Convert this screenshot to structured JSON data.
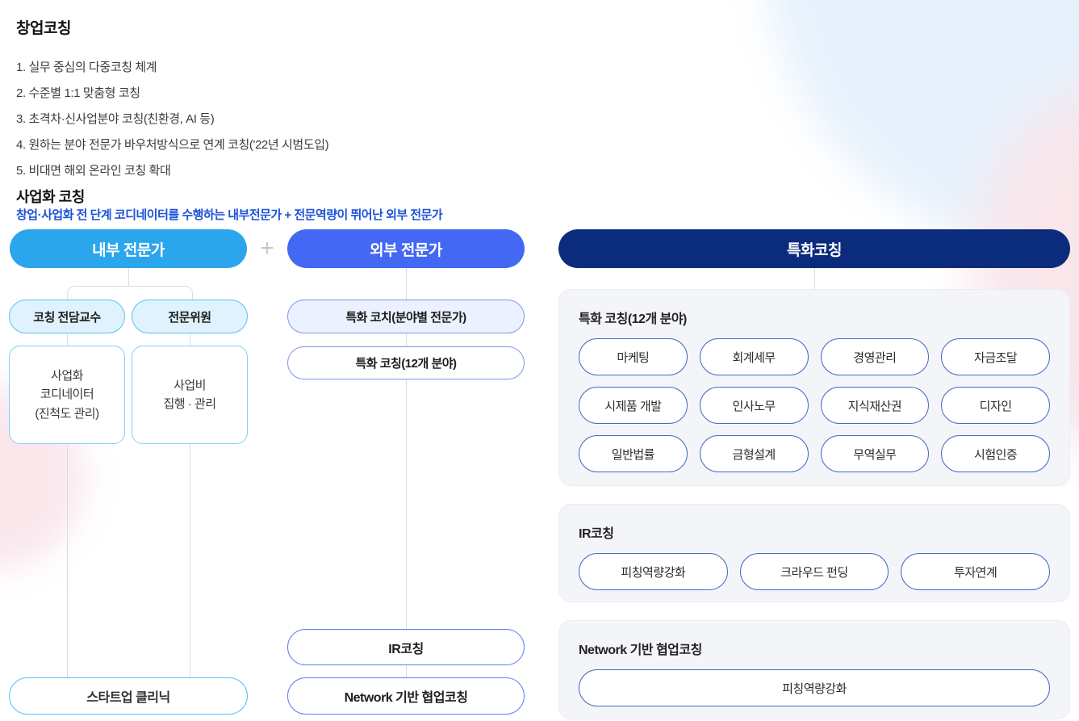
{
  "header": {
    "title": "창업코칭",
    "items": [
      "1. 실무 중심의 다중코칭 체계",
      "2. 수준별 1:1 맞춤형 코칭",
      "3. 초격차·신사업분야 코칭(친환경, AI 등)",
      "4. 원하는 분야 전문가 바우처방식으로 연계 코칭('22년 시범도입)",
      "5. 비대면 해외 온라인 코칭 확대"
    ]
  },
  "section": {
    "title": "사업화 코칭",
    "subtitle": "창업·사업화 전 단계 코디네이터를 수행하는 내부전문가 + 전문역량이 뛰어난 외부 전문가"
  },
  "diagram": {
    "plus": "+",
    "internal": {
      "header": "내부 전문가",
      "sub_pills": [
        "코칭 전담교수",
        "전문위원"
      ],
      "box_coordinator": [
        "사업화",
        "코디네이터",
        "(진척도 관리)"
      ],
      "box_budget": [
        "사업비",
        "집행 · 관리"
      ],
      "bottom_pill": "스타트업 클리닉"
    },
    "external": {
      "header": "외부 전문가",
      "pill_coach": "특화 코치(분야별 전문가)",
      "pill_coaching": "특화 코칭(12개 분야)",
      "pill_ir": "IR코칭",
      "pill_network": "Network 기반 협업코칭"
    },
    "specialized": {
      "header": "특화코칭",
      "box_fields": {
        "title": "특화 코칭(12개 분야)",
        "chips": [
          "마케팅",
          "회계세무",
          "경영관리",
          "자금조달",
          "시제품 개발",
          "인사노무",
          "지식재산권",
          "디자인",
          "일반법률",
          "금형설계",
          "무역실무",
          "시험인증"
        ]
      },
      "box_ir": {
        "title": "IR코칭",
        "chips": [
          "피칭역량강화",
          "크라우드 펀딩",
          "투자연계"
        ]
      },
      "box_network": {
        "title": "Network 기반 협업코칭",
        "chips": [
          "피칭역량강화"
        ]
      }
    }
  },
  "colors": {
    "internal_header_bg": "#2BA6EC",
    "external_header_bg": "#4368F3",
    "specialized_header_bg": "#0B2C7D",
    "subtitle_blue": "#1C51D8",
    "light_blue_border": "#59C2F5",
    "royal_blue_border": "#5E7CEF",
    "chip_border": "#4C69C5",
    "panel_bg": "#F3F5F9",
    "connector_gray": "#DCDCDC"
  }
}
